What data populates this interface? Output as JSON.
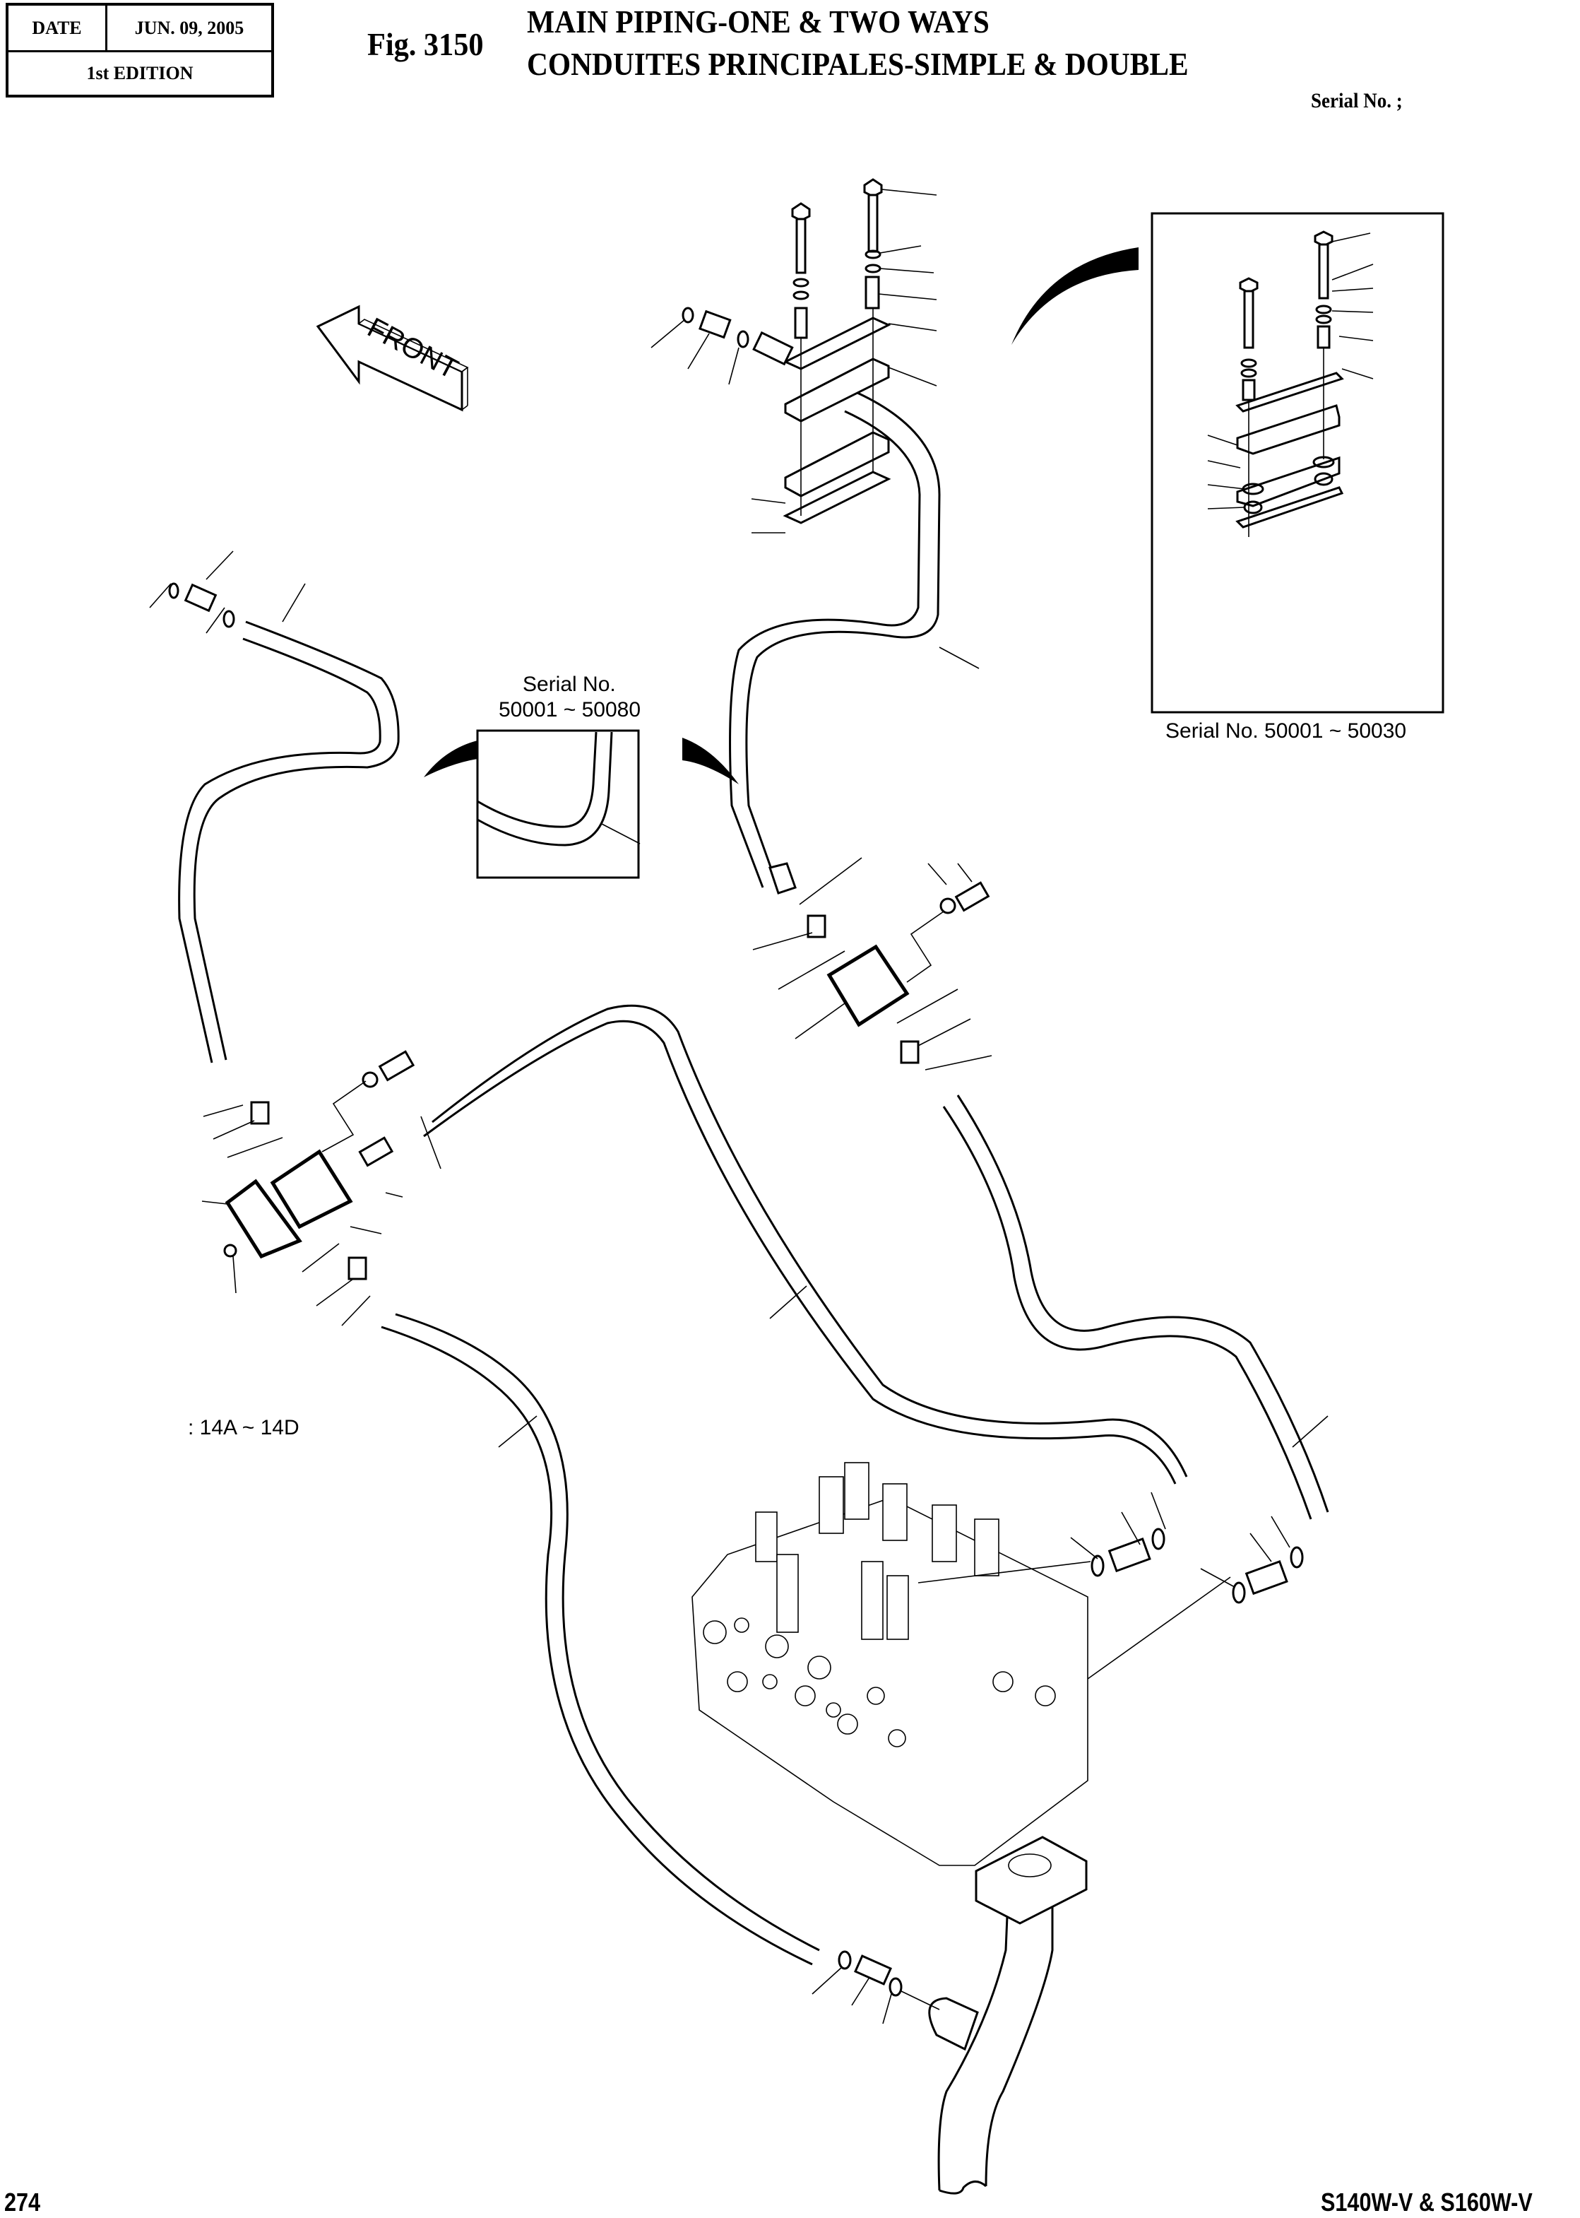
{
  "header": {
    "date_label": "DATE",
    "date_value": "JUN. 09, 2005",
    "edition": "1st EDITION",
    "figure_number": "Fig. 3150",
    "title_en": "MAIN PIPING-ONE & TWO WAYS",
    "title_fr": "CONDUITES PRINCIPALES-SIMPLE & DOUBLE",
    "serial": "Serial No. ;"
  },
  "diagram": {
    "front_arrow_label": "FRONT",
    "detail_hose": {
      "label_line1": "Serial No.",
      "label_line2": "50001 ~ 50080"
    },
    "detail_clamp": {
      "label": "Serial No. 50001 ~ 50030"
    },
    "variant_note": ": 14A ~ 14D",
    "icons": [
      "front-arrow-icon",
      "callout-arc-icon",
      "hose-icon",
      "bolt-icon",
      "washer-icon",
      "o-ring-icon",
      "connector-icon",
      "clamp-icon",
      "bracket-icon",
      "control-valve-icon",
      "flange-pipe-icon"
    ]
  },
  "footer": {
    "page_number": "274",
    "model": "S140W-V & S160W-V"
  }
}
